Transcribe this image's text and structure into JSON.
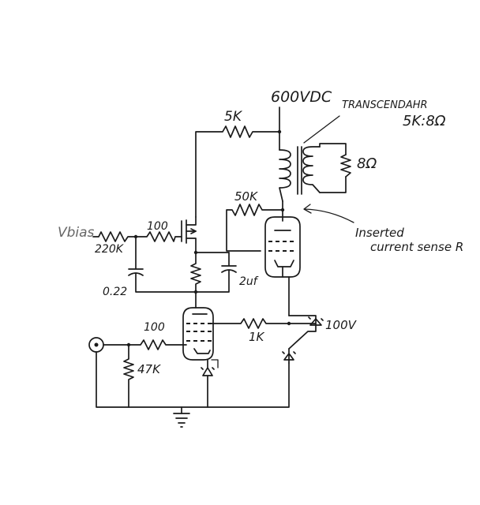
{
  "labels": {
    "supply": "600VDC",
    "transformer_name": "TRANSCENDAHR",
    "transformer_ratio": "5K:8Ω",
    "secondary_load": "8Ω",
    "r_top": "5K",
    "r_feedback": "50K",
    "vbias": "Vbias",
    "r_bias": "220K",
    "r_gate": "100",
    "c_bias": "0.22",
    "c_cathode": "2uf",
    "r_grid": "100",
    "r_input": "47K",
    "r_screen": "1K",
    "zener_voltage": "100V",
    "note_line1": "Inserted",
    "note_line2": "current sense R"
  },
  "colors": {
    "ink": "#1a1a1a",
    "vbias": "#666666"
  }
}
